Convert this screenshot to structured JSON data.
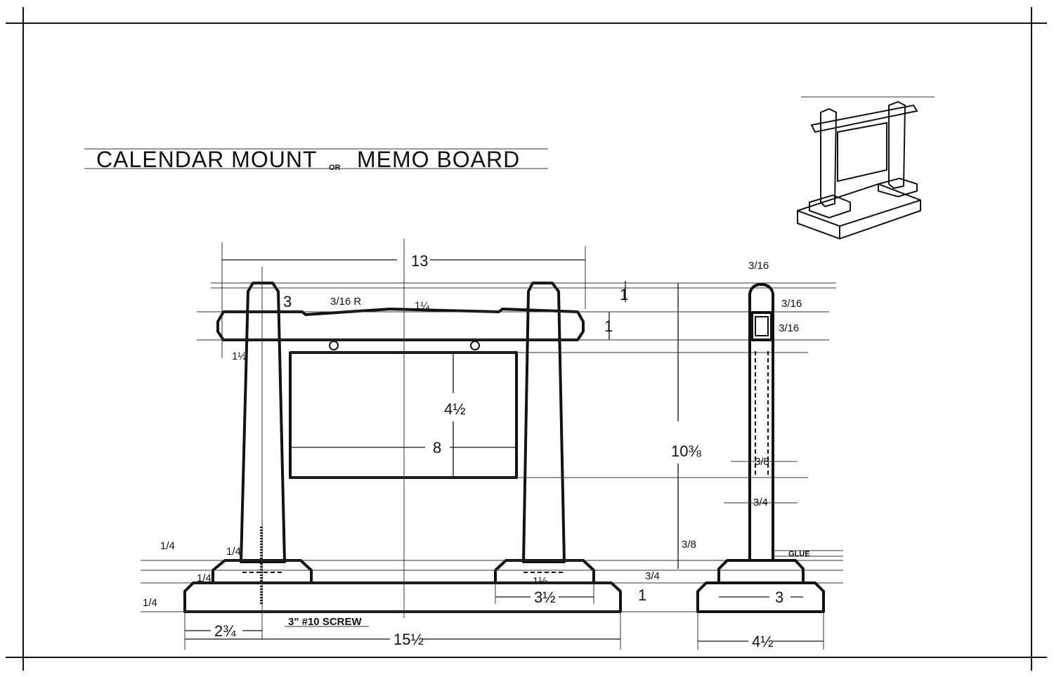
{
  "title": {
    "part1": "CALENDAR MOUNT",
    "connector": "OR",
    "part2": "MEMO BOARD"
  },
  "front_view": {
    "overall_width": "13",
    "post_offset": "3",
    "radius": "3/16 R",
    "dip_width": "1¼",
    "crossbar_end": "1½",
    "board_height": "4½",
    "board_width": "8",
    "base_width": "15½",
    "screw_offset": "2¾",
    "screw_note": "3\" #10 SCREW",
    "post_base_top": "1½",
    "post_base_width": "3½",
    "quarter_1": "1/4",
    "quarter_2": "1/4",
    "quarter_3": "1/4",
    "quarter_4": "1/4"
  },
  "side_view": {
    "total_height": "10⅜",
    "top_thickness": "3/16",
    "slot_top": "3/16",
    "slot_height": "3/16",
    "crossbar_1a": "1",
    "crossbar_1b": "1",
    "post_thick": "3/8",
    "post_width": "3/4",
    "base_step": "3/8",
    "base_block": "3/4",
    "base_height": "1",
    "glue": "GLUE",
    "block_width": "3",
    "base_depth": "4½"
  }
}
